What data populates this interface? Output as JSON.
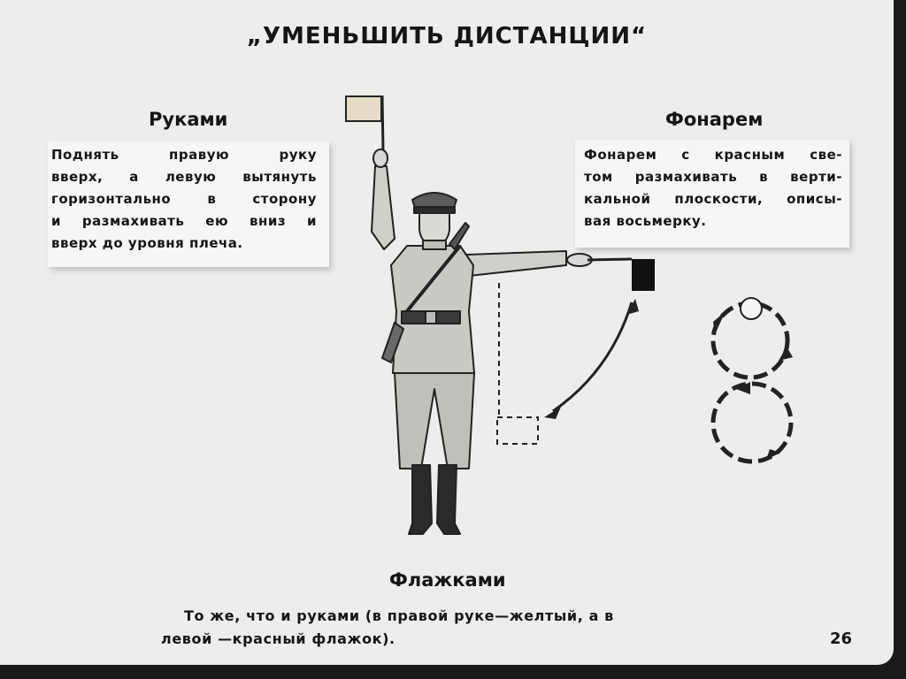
{
  "title": "„УМЕНЬШИТЬ ДИСТАНЦИИ“",
  "hands": {
    "heading": "Руками",
    "lines": [
      "Поднять  правую  руку",
      "вверх, а левую вытянуть",
      "горизонтально  в  сторону",
      "и размахивать ею вниз и",
      "вверх до уровня плеча."
    ]
  },
  "lantern": {
    "heading": "Фонарем",
    "lines": [
      "Фонарем с красным све-",
      "том размахивать в верти-",
      "кальной плоскости, описы-",
      "вая восьмерку."
    ]
  },
  "flags": {
    "heading": "Флажками",
    "lines": [
      "То же, что и руками (в правой руке—желтый, а в",
      "левой —красный флажок)."
    ]
  },
  "page_number": "26",
  "colors": {
    "background": "#ededeb",
    "text": "#151515",
    "yellow_flag": "#e4dcc6",
    "red_flag": "#111111"
  }
}
